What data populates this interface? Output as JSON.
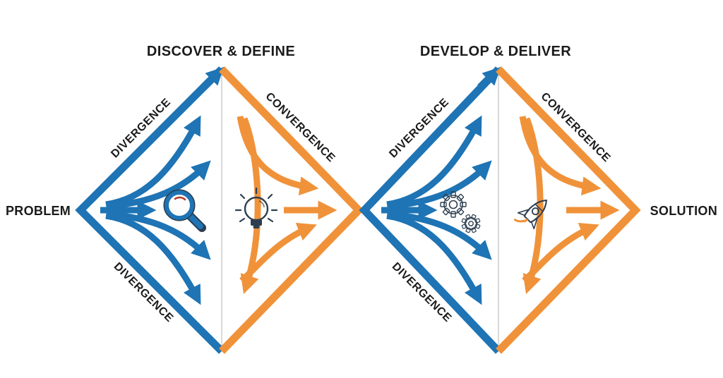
{
  "colors": {
    "blue": "#1e74b4",
    "orange": "#f0923a",
    "dark": "#2c3e50",
    "label": "#1b1b1b",
    "divider": "#d9d9d9",
    "gear_small": "#cd8c42",
    "accent_red": "#b23b2e",
    "background": "#ffffff"
  },
  "endpoints": {
    "problem": "PROBLEM",
    "solution": "SOLUTION"
  },
  "diamonds": [
    {
      "title": "DISCOVER & DEFINE",
      "divergence_label_top": "DIVERGENCE",
      "divergence_label_bottom": "DIVERGENCE",
      "convergence_label": "CONVERGENCE",
      "left_half_icon": "magnifier-icon",
      "right_half_icon": "lightbulb-icon"
    },
    {
      "title": "DEVELOP & DELIVER",
      "divergence_label_top": "DIVERGENCE",
      "divergence_label_bottom": "DIVERGENCE",
      "convergence_label": "CONVERGENCE",
      "left_half_icon": "gears-icon",
      "right_half_icon": "rocket-icon"
    }
  ]
}
